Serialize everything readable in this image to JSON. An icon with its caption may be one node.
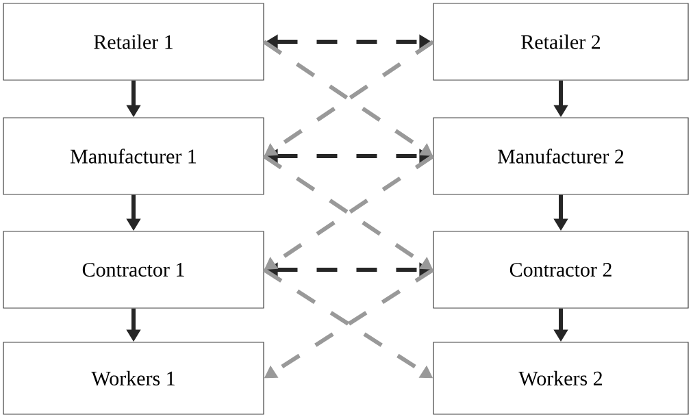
{
  "diagram": {
    "nodes": [
      {
        "text": [
          "Retailer 1"
        ]
      },
      {
        "text": [
          "Retailer 2"
        ]
      },
      {
        "text": [
          "Manufacturer 1"
        ]
      },
      {
        "text": [
          "Manufacturer 2"
        ]
      },
      {
        "text": [
          "Contractor 1"
        ]
      },
      {
        "text": [
          "Contractor 2"
        ]
      },
      {
        "text": [
          "Workers 1"
        ]
      },
      {
        "text": [
          "Workers 2"
        ]
      }
    ],
    "edges": [
      {
        "from": 0,
        "to": 2,
        "arrow": "to"
      },
      {
        "from": 2,
        "to": 4,
        "arrow": "to"
      },
      {
        "from": 4,
        "to": 6,
        "arrow": "to"
      },
      {
        "from": 1,
        "to": 3,
        "arrow": "to"
      },
      {
        "from": 3,
        "to": 5,
        "arrow": "to"
      },
      {
        "from": 5,
        "to": 7,
        "arrow": "to"
      },
      {
        "from": 0,
        "to": 1,
        "arrow": "both",
        "style": "dashed"
      },
      {
        "from": 2,
        "to": 3,
        "arrow": "both",
        "style": "dashed"
      },
      {
        "from": 4,
        "to": 5,
        "arrow": "both",
        "style": "dashed"
      },
      {
        "from": 0,
        "to": 3,
        "arrow": "to",
        "style": "dashed",
        "color": "#999999"
      },
      {
        "from": 2,
        "to": 5,
        "arrow": "to",
        "style": "dashed",
        "color": "#999999"
      },
      {
        "from": 4,
        "to": 7,
        "arrow": "to",
        "style": "dashed",
        "color": "#999999"
      },
      {
        "from": 1,
        "to": 2,
        "arrow": "to",
        "style": "dashed",
        "color": "#999999"
      },
      {
        "from": 3,
        "to": 4,
        "arrow": "to",
        "style": "dashed",
        "color": "#999999"
      },
      {
        "from": 5,
        "to": 6,
        "arrow": "to",
        "style": "dashed",
        "color": "#999999"
      }
    ]
  }
}
